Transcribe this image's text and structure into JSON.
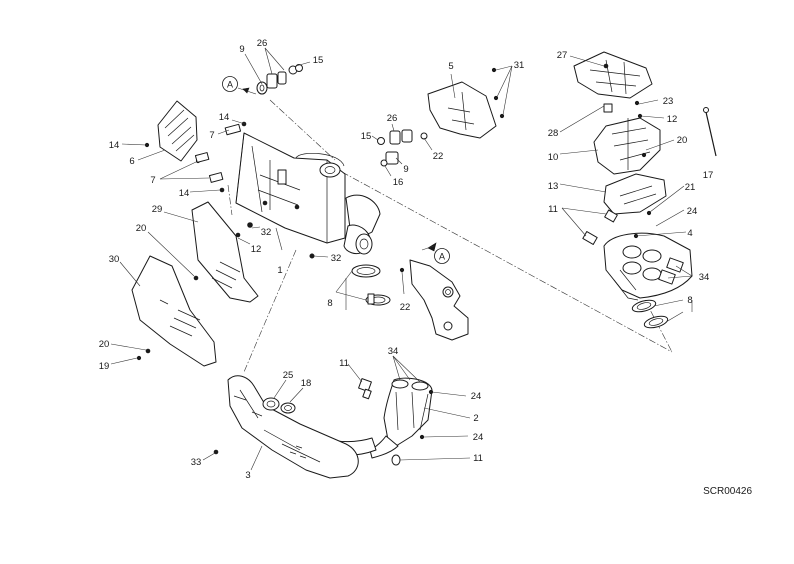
{
  "diagram": {
    "code": "SCR00426",
    "ref_marker": "A",
    "callouts": [
      {
        "id": "c9a",
        "label": "9"
      },
      {
        "id": "c26a",
        "label": "26"
      },
      {
        "id": "c15a",
        "label": "15"
      },
      {
        "id": "c14a",
        "label": "14"
      },
      {
        "id": "c7a",
        "label": "7"
      },
      {
        "id": "c14b",
        "label": "14"
      },
      {
        "id": "c6",
        "label": "6"
      },
      {
        "id": "c7b",
        "label": "7"
      },
      {
        "id": "c14c",
        "label": "14"
      },
      {
        "id": "c29",
        "label": "29"
      },
      {
        "id": "c20a",
        "label": "20"
      },
      {
        "id": "c32a",
        "label": "32"
      },
      {
        "id": "c12a",
        "label": "12"
      },
      {
        "id": "c1",
        "label": "1"
      },
      {
        "id": "c32b",
        "label": "32"
      },
      {
        "id": "c30",
        "label": "30"
      },
      {
        "id": "c20b",
        "label": "20"
      },
      {
        "id": "c19",
        "label": "19"
      },
      {
        "id": "c5",
        "label": "5"
      },
      {
        "id": "c31",
        "label": "31"
      },
      {
        "id": "c26b",
        "label": "26"
      },
      {
        "id": "c15b",
        "label": "15"
      },
      {
        "id": "c22a",
        "label": "22"
      },
      {
        "id": "c9b",
        "label": "9"
      },
      {
        "id": "c16",
        "label": "16"
      },
      {
        "id": "c8a",
        "label": "8"
      },
      {
        "id": "c22b",
        "label": "22"
      },
      {
        "id": "c27",
        "label": "27"
      },
      {
        "id": "c23",
        "label": "23"
      },
      {
        "id": "c12b",
        "label": "12"
      },
      {
        "id": "c28",
        "label": "28"
      },
      {
        "id": "c20c",
        "label": "20"
      },
      {
        "id": "c10",
        "label": "10"
      },
      {
        "id": "c17",
        "label": "17"
      },
      {
        "id": "c13",
        "label": "13"
      },
      {
        "id": "c21",
        "label": "21"
      },
      {
        "id": "c11a",
        "label": "11"
      },
      {
        "id": "c24a",
        "label": "24"
      },
      {
        "id": "c4",
        "label": "4"
      },
      {
        "id": "c34a",
        "label": "34"
      },
      {
        "id": "c8b",
        "label": "8"
      },
      {
        "id": "c34b",
        "label": "34"
      },
      {
        "id": "c11b",
        "label": "11"
      },
      {
        "id": "c24b",
        "label": "24"
      },
      {
        "id": "c25",
        "label": "25"
      },
      {
        "id": "c18",
        "label": "18"
      },
      {
        "id": "c2",
        "label": "2"
      },
      {
        "id": "c24c",
        "label": "24"
      },
      {
        "id": "c11c",
        "label": "11"
      },
      {
        "id": "c33",
        "label": "33"
      },
      {
        "id": "c3",
        "label": "3"
      }
    ]
  }
}
